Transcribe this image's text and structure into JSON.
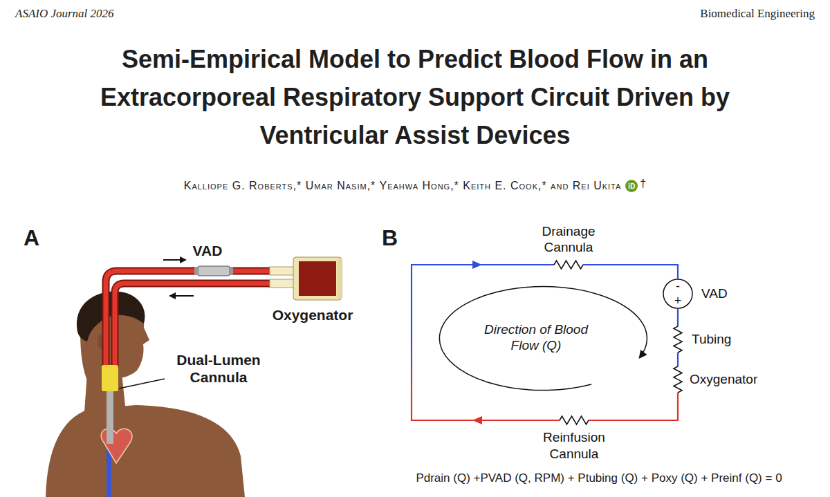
{
  "diagram": {
    "title": "Semi-Empirical Model to Predict Blood Flow in an Extracorporeal Respiratory Support Circuit Driven by Ventricular Assist Devices",
    "nodes": [
      {
        "text": [
          "Drainage Cannula"
        ]
      },
      {
        "text": [
          "VAD",
          "-",
          "+"
        ]
      },
      {
        "text": [
          "Tubing"
        ]
      },
      {
        "text": [
          "Oxygenator"
        ]
      },
      {
        "text": [
          "Reinfusion Cannula"
        ]
      }
    ],
    "edges": [
      {
        "from": 0,
        "to": 1,
        "arrow": "none"
      },
      {
        "from": 1,
        "to": 2,
        "arrow": "none"
      },
      {
        "from": 2,
        "to": 3,
        "arrow": "none"
      },
      {
        "from": 3,
        "to": 4,
        "arrow": "none"
      },
      {
        "from": 4,
        "to": 0,
        "arrow": "none"
      }
    ],
    "labels": [
      "ASAIO Journal 2026",
      "Biomedical Engineering",
      "Kalliope G. Roberts,* Umar Nasim,* Yeahwa Hong,* Keith E. Cook,* and Rei Ukita",
      "iD",
      "†",
      "A",
      "VAD",
      "Oxygenator",
      "Dual-Lumen Cannula",
      "B",
      "Direction of Blood Flow (Q)",
      "Pdrain (Q) +PVAD (Q, RPM) + Ptubing (Q) + Poxy (Q) + Preinf (Q) = 0"
    ]
  }
}
